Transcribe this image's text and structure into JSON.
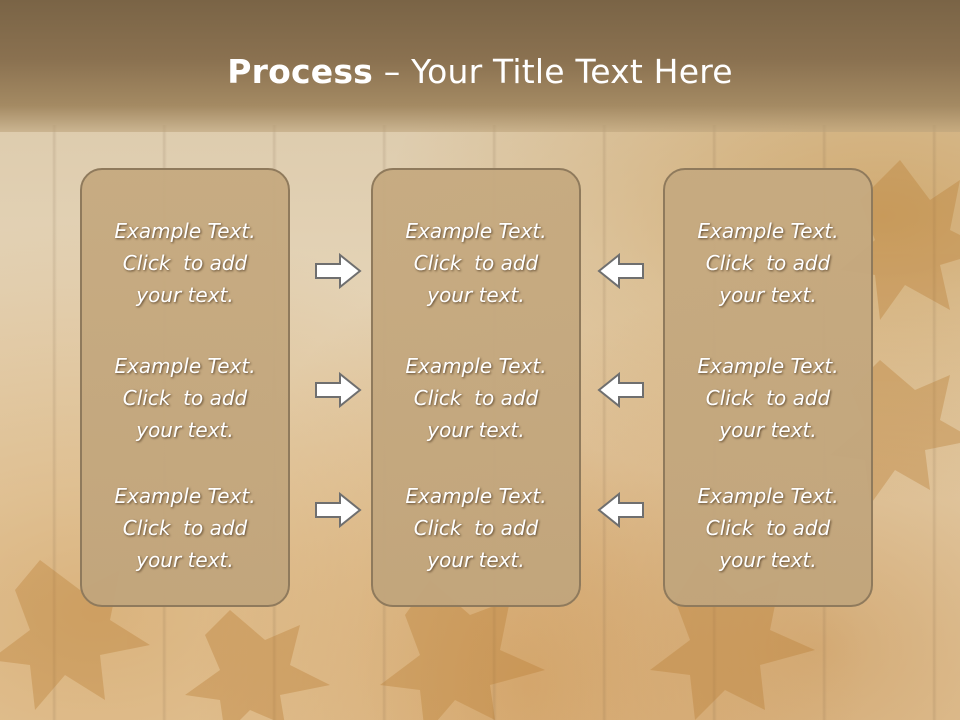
{
  "slide": {
    "title_bold": "Process",
    "title_rest": " – Your Title Text Here"
  },
  "columns": [
    {
      "blocks": [
        {
          "line1": "Example Text.",
          "line2": "Click  to add",
          "line3": "your text."
        },
        {
          "line1": "Example Text.",
          "line2": "Click  to add",
          "line3": "your text."
        },
        {
          "line1": "Example Text.",
          "line2": "Click  to add",
          "line3": "your text."
        }
      ]
    },
    {
      "blocks": [
        {
          "line1": "Example Text.",
          "line2": "Click  to add",
          "line3": "your text."
        },
        {
          "line1": "Example Text.",
          "line2": "Click  to add",
          "line3": "your text."
        },
        {
          "line1": "Example Text.",
          "line2": "Click  to add",
          "line3": "your text."
        }
      ]
    },
    {
      "blocks": [
        {
          "line1": "Example Text.",
          "line2": "Click  to add",
          "line3": "your text."
        },
        {
          "line1": "Example Text.",
          "line2": "Click  to add",
          "line3": "your text."
        },
        {
          "line1": "Example Text.",
          "line2": "Click  to add",
          "line3": "your text."
        }
      ]
    }
  ],
  "icons": {
    "left_arrows": "arrow-right-icon",
    "right_arrows": "arrow-left-icon"
  },
  "colors": {
    "header": "#8a7150",
    "panel_fill": "#c4a97f",
    "panel_border": "#8f7a5c",
    "text": "#ffffff",
    "arrow_fill": "#ffffff",
    "arrow_stroke": "#6f6f6f"
  }
}
